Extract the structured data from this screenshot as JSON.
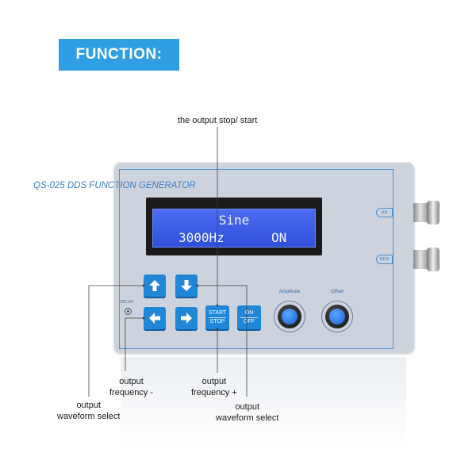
{
  "banner": "FUNCTION:",
  "device": {
    "title": "QS-025 DDS FUNCTION GENERATOR",
    "lcd": {
      "line1": "Sine",
      "line2_left": "3000Hz",
      "line2_right": "ON"
    },
    "keys": {
      "start_top": "START",
      "start_bottom": "STOP",
      "on_top": "ON",
      "on_bottom": "OFF"
    },
    "knobs": {
      "amplitude": "Amplitude",
      "offset": "Offset"
    },
    "outputs": {
      "hs": "HS",
      "dds": "DDS"
    },
    "power_label": "DC-9V"
  },
  "annotations": {
    "top": "the output stop/ start",
    "freq_minus_1": "output",
    "freq_minus_2": "frequency -",
    "freq_plus_1": "output",
    "freq_plus_2": "frequency +",
    "wave_left_1": "output",
    "wave_left_2": "waveform select",
    "wave_right_1": "output",
    "wave_right_2": "waveform select"
  },
  "colors": {
    "banner": "#2f9ee3",
    "key": "#1f86d8",
    "lcd": "#3a5ae6",
    "panel": "#ccd3dc"
  }
}
